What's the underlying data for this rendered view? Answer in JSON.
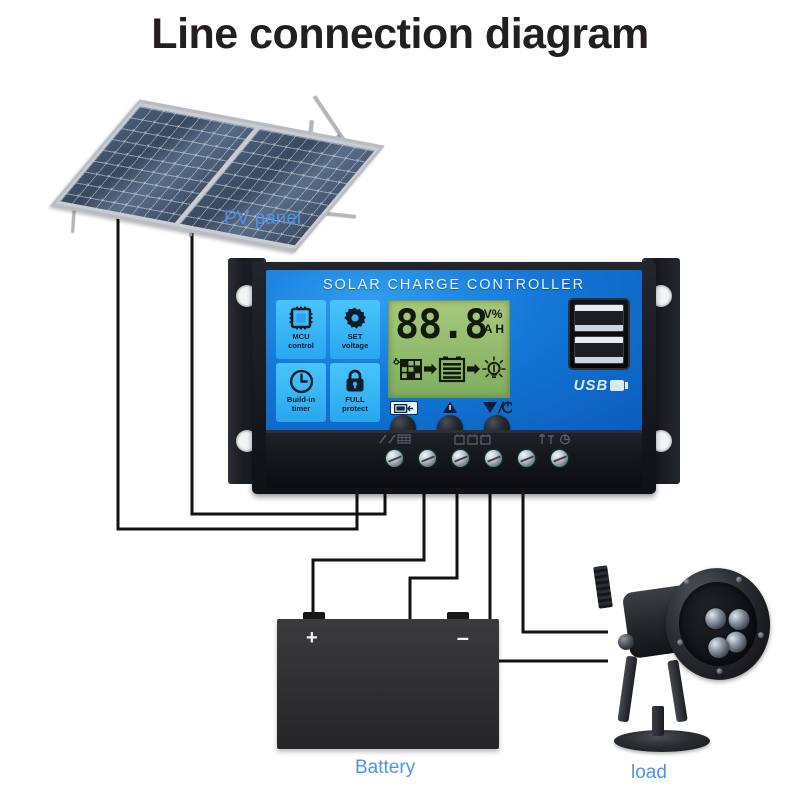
{
  "page": {
    "title": "Line connection diagram",
    "background": "#ffffff",
    "label_color": "#4f93e8",
    "wire_color": "#111111"
  },
  "labels": {
    "pv_panel": "PV panel",
    "battery": "Battery",
    "load": "load"
  },
  "controller": {
    "brand": "SOLAR CHARGE CONTROLLER",
    "features": [
      {
        "label_line1": "MCU",
        "label_line2": "control",
        "icon": "chip-icon"
      },
      {
        "label_line1": "SET",
        "label_line2": "voltage",
        "icon": "gear-icon"
      },
      {
        "label_line1": "Build-in",
        "label_line2": "timer",
        "icon": "clock-icon"
      },
      {
        "label_line1": "FULL",
        "label_line2": "protect",
        "icon": "lock-icon"
      }
    ],
    "lcd": {
      "digits": "88.8",
      "unit_top": "V%",
      "unit_bottom": "A H",
      "flow_icons": [
        "solar-panel-icon",
        "arrow-right-icon",
        "battery-icon",
        "arrow-right-icon",
        "lightbulb-icon"
      ],
      "background": "#8fb86a"
    },
    "buttons": [
      {
        "name": "menu-button",
        "icon": "display-icon"
      },
      {
        "name": "up-button",
        "icon": "triangle-up-icon"
      },
      {
        "name": "down-button",
        "icon": "triangle-down-power-icon"
      }
    ],
    "usb": {
      "label": "USB",
      "port_count": 2
    },
    "terminals": {
      "groups": [
        {
          "name": "pv-terminals",
          "mark": "solar-panel-mark"
        },
        {
          "name": "battery-terminals",
          "mark": "battery-mark"
        },
        {
          "name": "load-terminals",
          "mark": "lamp-mark"
        }
      ],
      "screw_count": 6
    }
  },
  "battery": {
    "positive_sign": "+",
    "negative_sign": "–"
  },
  "devices": {
    "pv_panel": {
      "name": "solar-panel",
      "sections": 2
    },
    "load_lamp": {
      "name": "led-floodlight",
      "led_count": 4
    }
  }
}
